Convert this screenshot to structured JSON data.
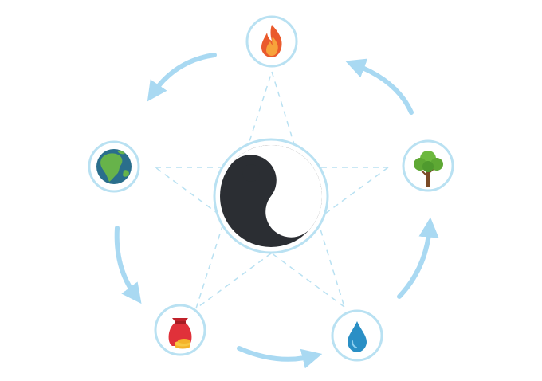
{
  "diagram": {
    "center": {
      "icon": "yin-yang-icon"
    },
    "elements": [
      {
        "key": "fire",
        "icon": "flame-icon"
      },
      {
        "key": "wood",
        "icon": "tree-icon"
      },
      {
        "key": "water",
        "icon": "water-drop-icon"
      },
      {
        "key": "metal",
        "icon": "money-bag-icon"
      },
      {
        "key": "earth",
        "icon": "globe-icon"
      }
    ],
    "generating_cycle": [
      "wood",
      "fire",
      "earth",
      "metal",
      "water",
      "wood"
    ],
    "colors": {
      "ring": "#b9e1f2",
      "dashed_star": "#b9e1f2",
      "arrow": "#a9d9f2",
      "yin": "#2b2e33",
      "yang": "#ffffff"
    }
  }
}
